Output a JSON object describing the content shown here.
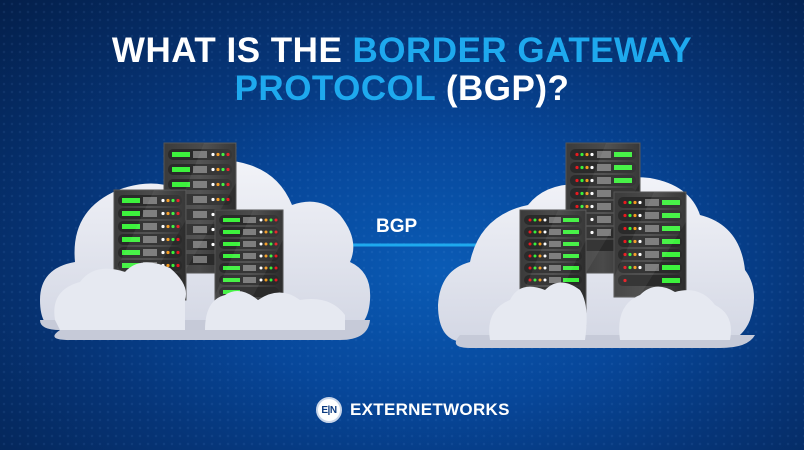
{
  "title": {
    "line1_white": "WHAT IS THE ",
    "line1_accent": "BORDER GATEWAY",
    "line2_accent": "PROTOCOL ",
    "line2_white": "(BGP)?"
  },
  "connection": {
    "label": "BGP",
    "line_color": "#1ea9ee"
  },
  "brand": {
    "badge": "E|N",
    "name": "EXTERNETWORKS"
  },
  "colors": {
    "background": "#07479a",
    "accent": "#1ea9ee",
    "cloud": "#e4e7f0",
    "server_body": "#3a3a3a",
    "led_green": "#39f03a",
    "led_orange": "#f39a1e",
    "led_red": "#e8191f"
  },
  "illustration": {
    "left_cloud": {
      "icon": "cloud-icon",
      "servers": 3
    },
    "right_cloud": {
      "icon": "cloud-icon",
      "servers": 3
    }
  }
}
